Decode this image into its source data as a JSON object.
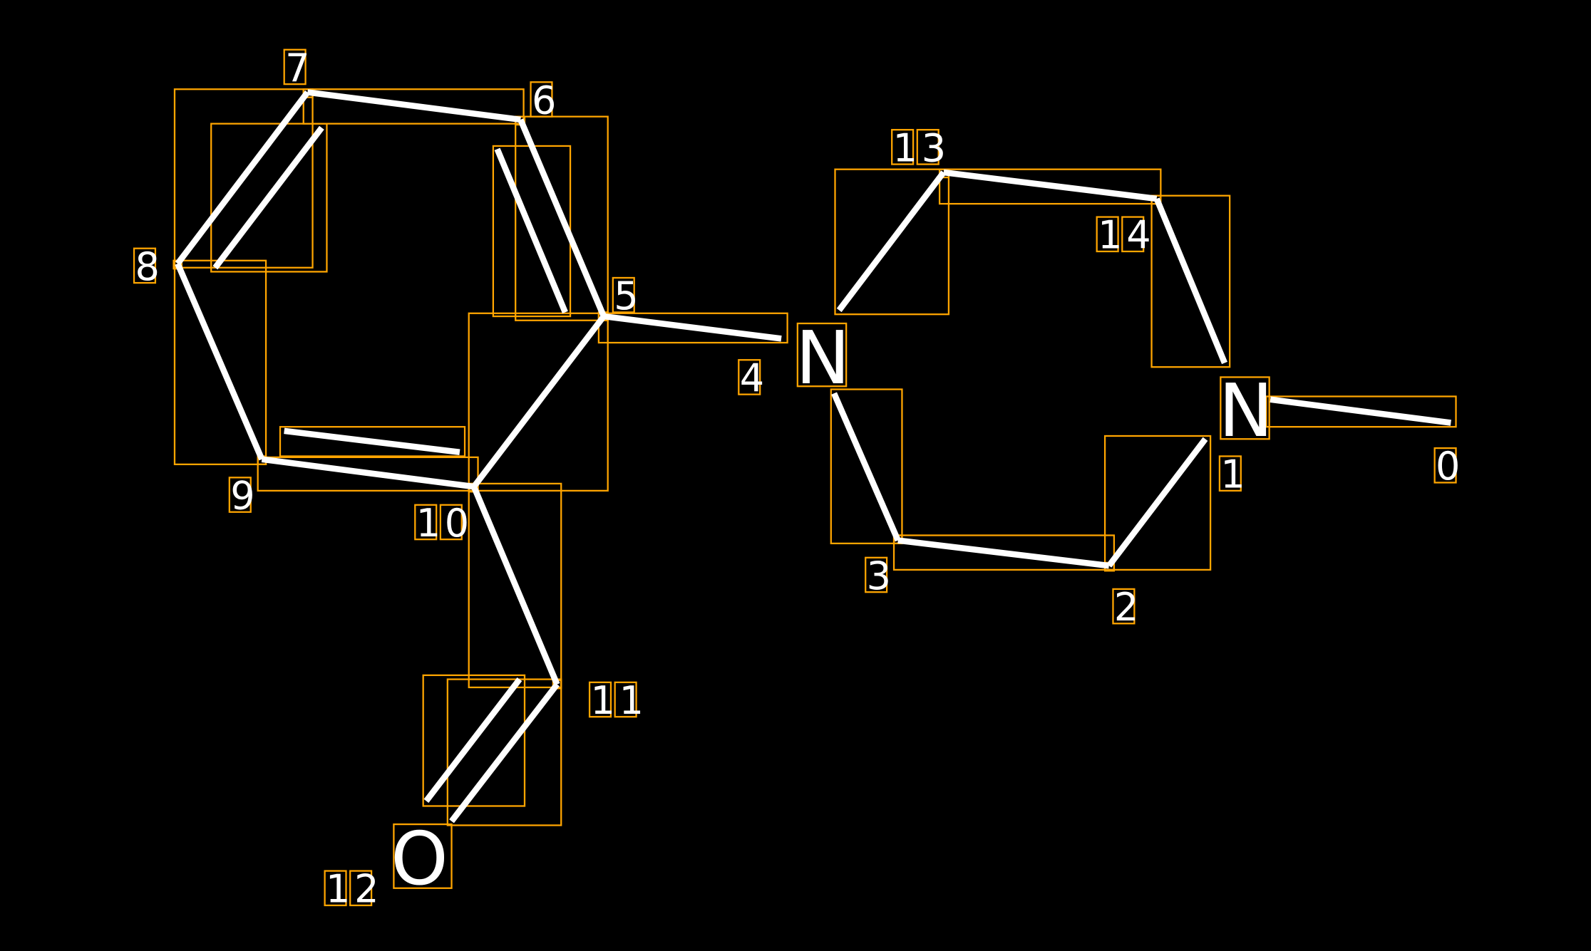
{
  "diagram": {
    "type": "molecule-annotation",
    "colors": {
      "background": "#000000",
      "bond": "#ffffff",
      "box": "#ffa500"
    },
    "atoms": [
      {
        "id": "N4",
        "label": "N"
      },
      {
        "id": "N1",
        "label": "N"
      },
      {
        "id": "O12",
        "label": "O"
      }
    ],
    "indices": [
      "0",
      "1",
      "2",
      "3",
      "4",
      "5",
      "6",
      "7",
      "8",
      "9",
      "10",
      "11",
      "12",
      "13",
      "14"
    ]
  }
}
